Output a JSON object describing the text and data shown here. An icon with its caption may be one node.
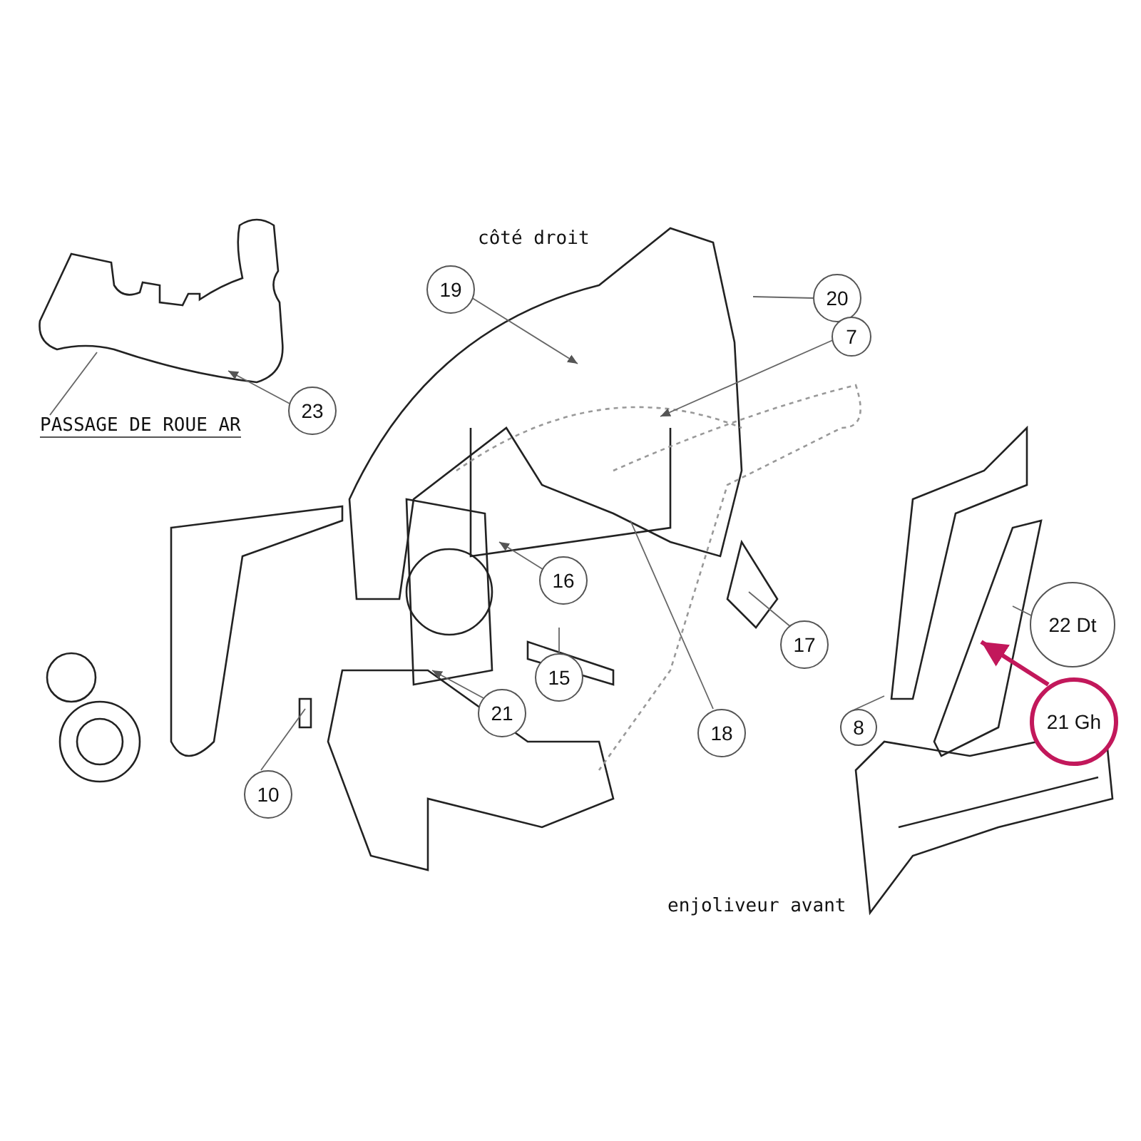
{
  "diagram": {
    "nodes": [
      {
        "text": [
          "23"
        ]
      },
      {
        "text": [
          "PASSAGE DE ROUE AR"
        ]
      },
      {
        "text": [
          "19"
        ]
      },
      {
        "text": [
          "20"
        ]
      },
      {
        "text": [
          "7"
        ]
      },
      {
        "text": [
          "16"
        ]
      },
      {
        "text": [
          "15"
        ]
      },
      {
        "text": [
          "17"
        ]
      },
      {
        "text": [
          "18"
        ]
      },
      {
        "text": [
          "21"
        ]
      },
      {
        "text": [
          "10"
        ]
      },
      {
        "text": [
          "8"
        ]
      },
      {
        "text": [
          "22 Dt"
        ]
      },
      {
        "text": [
          "21 Gh"
        ]
      }
    ],
    "edges": [
      {
        "from": 0,
        "to": null,
        "arrow": "to"
      },
      {
        "from": 1,
        "to": null,
        "arrow": "none"
      },
      {
        "from": 2,
        "to": null,
        "arrow": "to"
      },
      {
        "from": 3,
        "to": null,
        "arrow": "none"
      },
      {
        "from": 4,
        "to": null,
        "arrow": "to"
      },
      {
        "from": 5,
        "to": null,
        "arrow": "to"
      },
      {
        "from": 6,
        "to": null,
        "arrow": "none"
      },
      {
        "from": 7,
        "to": null,
        "arrow": "none"
      },
      {
        "from": 8,
        "to": null,
        "arrow": "none"
      },
      {
        "from": 9,
        "to": null,
        "arrow": "to"
      },
      {
        "from": 10,
        "to": null,
        "arrow": "none"
      },
      {
        "from": 11,
        "to": null,
        "arrow": "none"
      },
      {
        "from": 12,
        "to": null,
        "arrow": "none"
      },
      {
        "from": 13,
        "to": null,
        "arrow": "to",
        "style": "thick",
        "color": "#c2185b"
      }
    ],
    "labels": [
      "côté droit",
      "enjoliveur avant"
    ]
  }
}
